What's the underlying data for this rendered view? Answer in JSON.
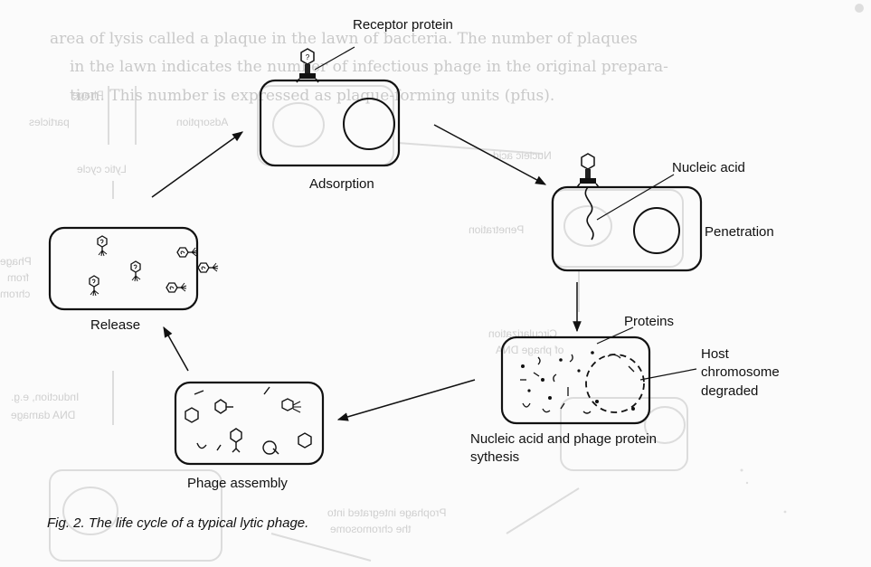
{
  "labels": {
    "receptor_protein": "Receptor protein",
    "adsorption": "Adsorption",
    "nucleic_acid": "Nucleic acid",
    "penetration": "Penetration",
    "proteins": "Proteins",
    "host_line1": "Host",
    "host_line2": "chromosome",
    "host_line3": "degraded",
    "synthesis_line1": "Nucleic acid and phage protein",
    "synthesis_line2": "sythesis",
    "phage_assembly": "Phage assembly",
    "release": "Release"
  },
  "caption": "Fig. 2.   The life cycle of a typical lytic phage.",
  "bleed_through": {
    "line1": "area of lysis called a plaque in the lawn of bacteria. The number of plaques",
    "line2": "in the lawn indicates the number of infectious phage in the original prepara-",
    "line3": "tion. This number is expressed as plaque-forming units (pfus).",
    "mirror_labels": [
      "Phage",
      "particles",
      "Adsorption",
      "Lytic cycle",
      "Nucleic acid",
      "Penetration",
      "Circularization",
      "of phage DNA",
      "Induction, e.g.",
      "DNA damage",
      "Prophage integrated into",
      "the chromosome",
      "Phage",
      "from",
      "chrom"
    ]
  }
}
